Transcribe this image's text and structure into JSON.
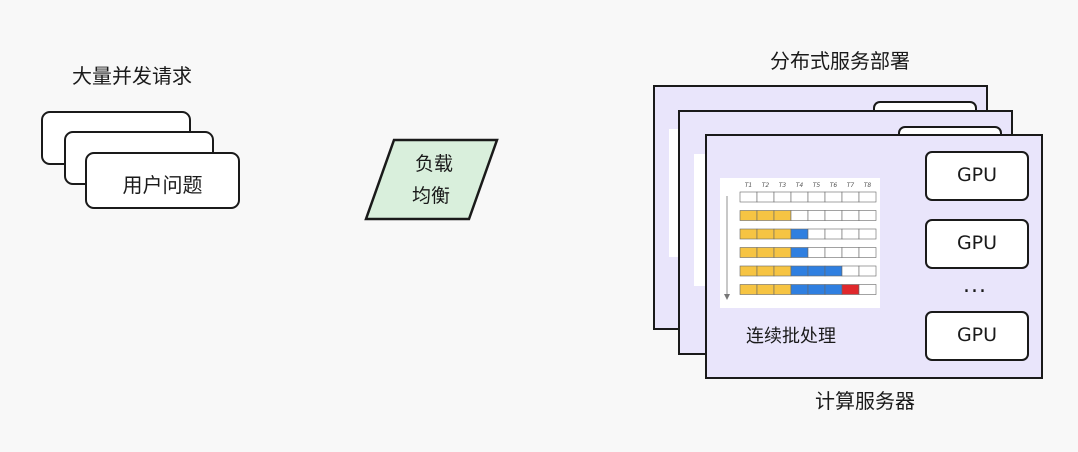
{
  "requests": {
    "title": "大量并发请求",
    "card_label": "用户问题"
  },
  "load_balancer": {
    "line1": "负载",
    "line2": "均衡",
    "fill": "#d9efdc"
  },
  "deployment": {
    "title": "分布式服务部署",
    "server_caption": "计算服务器",
    "batch_caption": "连续批处理",
    "gpus": [
      "GPU",
      "GPU",
      "GPU"
    ],
    "ellipsis": "...",
    "server_fill": "#e9e5fb"
  },
  "batch_diagram": {
    "headers": [
      "T1",
      "T2",
      "T3",
      "T4",
      "T5",
      "T6",
      "T7",
      "T8"
    ],
    "rows": [
      [
        "",
        "",
        "",
        "",
        "",
        "",
        "",
        ""
      ],
      [
        "yellow",
        "yellow",
        "yellow",
        "",
        "",
        "",
        "",
        ""
      ],
      [
        "yellow",
        "yellow",
        "yellow",
        "blue",
        "",
        "",
        "",
        ""
      ],
      [
        "yellow",
        "yellow",
        "yellow",
        "blue",
        "",
        "",
        "",
        ""
      ],
      [
        "yellow",
        "yellow",
        "yellow",
        "blue",
        "blue",
        "blue",
        "",
        ""
      ],
      [
        "yellow",
        "yellow",
        "yellow",
        "blue",
        "blue",
        "blue",
        "red",
        ""
      ]
    ],
    "colors": {
      "yellow": "#f6c443",
      "blue": "#2f7fe0",
      "red": "#e0282c"
    }
  }
}
